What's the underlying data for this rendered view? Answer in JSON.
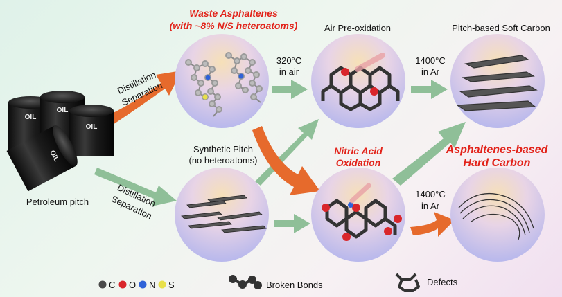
{
  "labels": {
    "waste_asph_line1": "Waste Asphaltenes",
    "waste_asph_line2": "(with ~8% N/S heteroatoms)",
    "air_preox": "Air Pre-oxidation",
    "soft_carbon": "Pitch-based Soft Carbon",
    "step1_temp": "320°C",
    "step1_atm": "in air",
    "step2_temp": "1400°C",
    "step2_atm": "in Ar",
    "step3_temp": "1400°C",
    "step3_atm": "in Ar",
    "distill_top_1": "Distillation",
    "distill_top_2": "Separation",
    "distill_bot_1": "Distillation",
    "distill_bot_2": "Separation",
    "synthetic_pitch_1": "Synthetic Pitch",
    "synthetic_pitch_2": "(no heteroatoms)",
    "nitric_1": "Nitric Acid",
    "nitric_2": "Oxidation",
    "hard_carbon_1": "Asphaltenes-based",
    "hard_carbon_2": "Hard Carbon",
    "petroleum": "Petroleum pitch",
    "barrel_text": "OIL"
  },
  "legend": {
    "c": "C",
    "o": "O",
    "n": "N",
    "s": "S",
    "broken_bonds": "Broken Bonds",
    "defects": "Defects"
  },
  "colors": {
    "carbon": "#4a4a4a",
    "oxygen": "#d9262b",
    "nitrogen": "#2f62d8",
    "sulfur": "#e8e04a",
    "orange_arrow": "#e66a2c",
    "green_arrow": "#8fbf98",
    "title_red": "#e2231a"
  }
}
